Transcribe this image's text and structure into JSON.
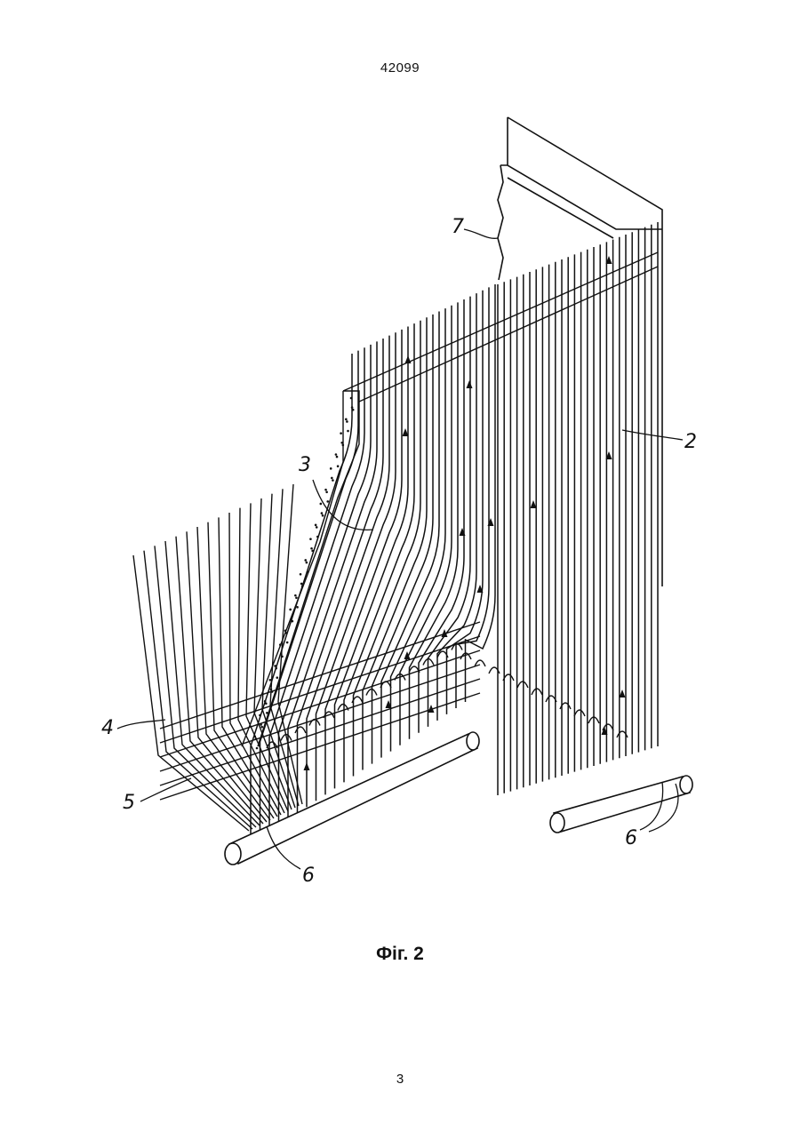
{
  "header": {
    "patent_number": "42099"
  },
  "figure": {
    "caption": "Фіг. 2",
    "reference_labels": [
      {
        "id": "7",
        "text": "7"
      },
      {
        "id": "2",
        "text": "2"
      },
      {
        "id": "3",
        "text": "3"
      },
      {
        "id": "4",
        "text": "4"
      },
      {
        "id": "5",
        "text": "5"
      },
      {
        "id": "6a",
        "text": "6"
      },
      {
        "id": "6b",
        "text": "6"
      }
    ]
  },
  "footer": {
    "page_number": "3"
  }
}
